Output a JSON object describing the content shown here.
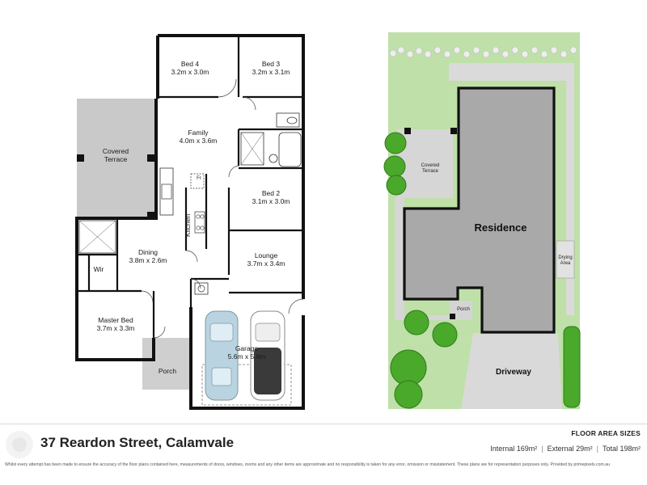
{
  "floor_plan": {
    "rooms": [
      {
        "id": "bed4",
        "name": "Bed 4",
        "size": "3.2m x 3.0m"
      },
      {
        "id": "bed3",
        "name": "Bed 3",
        "size": "3.2m x 3.1m"
      },
      {
        "id": "family",
        "name": "Family",
        "size": "4.0m x 3.6m"
      },
      {
        "id": "terrace",
        "name": "Covered\nTerrace",
        "line1": "Covered",
        "line2": "Terrace"
      },
      {
        "id": "bed2",
        "name": "Bed 2",
        "size": "3.1m x 3.0m"
      },
      {
        "id": "kitchen",
        "name": "Kitchen"
      },
      {
        "id": "fridge",
        "name": "Fr"
      },
      {
        "id": "dining",
        "name": "Dining",
        "size": "3.8m x 2.6m"
      },
      {
        "id": "lounge",
        "name": "Lounge",
        "size": "3.7m x 3.4m"
      },
      {
        "id": "wir",
        "name": "Wir"
      },
      {
        "id": "master",
        "name": "Master Bed",
        "size": "3.7m x 3.3m"
      },
      {
        "id": "garage",
        "name": "Garage",
        "size": "5.6m x 5.6m"
      },
      {
        "id": "porch",
        "name": "Porch"
      }
    ]
  },
  "site_plan": {
    "residence": "Residence",
    "covered_terrace_1": "Covered",
    "covered_terrace_2": "Terrace",
    "drying_1": "Drying",
    "drying_2": "Area",
    "porch": "Porch",
    "driveway": "Driveway"
  },
  "footer": {
    "address": "37 Reardon Street, Calamvale",
    "area_title": "FLOOR AREA SIZES",
    "internal": "Internal 169m²",
    "external": "External 29m²",
    "total": "Total 198m²",
    "separator": "|",
    "disclaimer": "Whilst every attempt has been made to ensure the accuracy of the floor plans contained here, measurements of doors, windows, rooms and any other items are approximate and no responsibility is taken for any error, omission or misstatement. These plans are for representation purposes only. Provided by primepixels.com.au"
  },
  "colors": {
    "wall": "#111111",
    "terrace": "#c8c8c8",
    "grass": "#bfe0a8",
    "residence": "#a8a8a8",
    "paving": "#d8d8d8",
    "shrub": "#4aa82a"
  }
}
